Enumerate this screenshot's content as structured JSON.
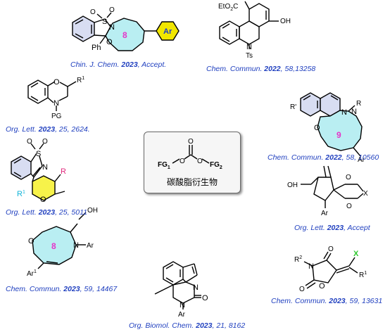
{
  "center": {
    "fg1": "FG",
    "fg1_sub": "1",
    "fg2": "FG",
    "fg2_sub": "2",
    "o_left": "O",
    "o_right": "O",
    "o_top": "O",
    "label": "碳酸脂衍生物"
  },
  "atoms": {
    "s": "S",
    "o": "O",
    "n": "N",
    "ph": "Ph",
    "ar": "Ar",
    "ar1": "Ar",
    "ar1_sup": "1",
    "r": "R",
    "r1": "R",
    "r1_sup": "1",
    "r2": "R",
    "r2_sup": "2",
    "rprime": "R'",
    "pg": "PG",
    "ts": "Ts",
    "oh": "OH",
    "etco2": "EtO",
    "etco2_sub": "2",
    "etco2_c": "C",
    "x": "X",
    "ring8": "8",
    "ring9": "9"
  },
  "refs": [
    {
      "journal": "Chin. J. Chem.",
      "year": "2023",
      "rest": ", Accept."
    },
    {
      "journal": "Chem. Commun.",
      "year": "2022",
      "rest": ", 58,13258"
    },
    {
      "journal": "Org. Lett.",
      "year": "2023",
      "rest": ", 25, 2624."
    },
    {
      "journal": "Chem. Commun.",
      "year": "2022",
      "rest": ", 58, 10560"
    },
    {
      "journal": "Org. Lett.",
      "year": "2023",
      "rest": ", 25, 5011"
    },
    {
      "journal": "Org. Lett.",
      "year": "2023",
      "rest": ", Accept"
    },
    {
      "journal": "Chem. Commun.",
      "year": "2023",
      "rest": ", 59, 14467"
    },
    {
      "journal": "Org. Biomol. Chem.",
      "year": "2023",
      "rest": ", 21, 8162"
    },
    {
      "journal": "Chem. Commun.",
      "year": "2023",
      "rest": ", 59, 13631"
    }
  ],
  "colors": {
    "ring_fill": "#b9eef2",
    "ring_label": "#e633c8",
    "aromatic_fill": "#d8ddf2",
    "yellow_fill": "#f7f24a",
    "ar_fill": "#f1e600",
    "ref_blue": "#1f3fbf",
    "r_pink": "#e0267a",
    "r1_cyan": "#12b4d8",
    "x_green": "#2ec82e"
  }
}
